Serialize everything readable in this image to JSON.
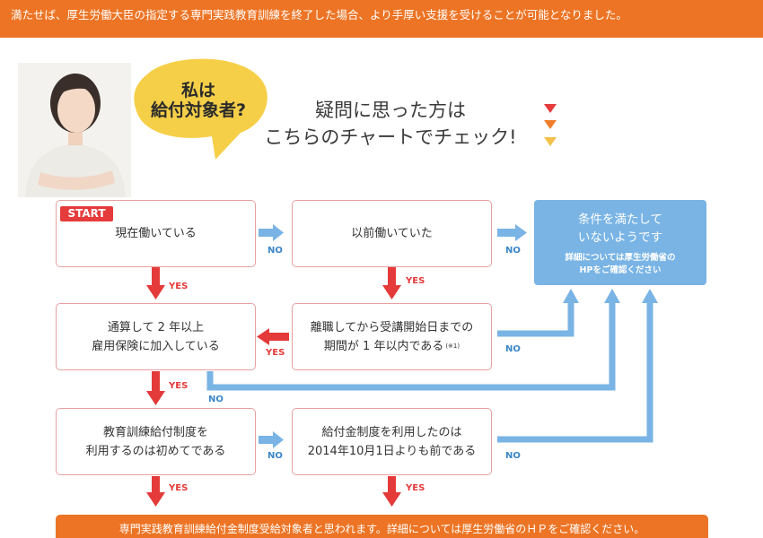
{
  "top_banner": "満たせば、厚生労働大臣の指定する専門実践教育訓練を終了した場合、より手厚い支援を受けることが可能となりました。",
  "bubble": {
    "line1": "私は",
    "line2": "給付対象者?"
  },
  "heading": {
    "line1": "疑問に思った方は",
    "line2": "こちらのチャートでチェック!"
  },
  "start_label": "START",
  "boxes": {
    "b1": "現在働いている",
    "b2": "以前働いていた",
    "b3_line1": "通算して 2 年以上",
    "b3_line2": "雇用保険に加入している",
    "b4_line1": "離職してから受講開始日までの",
    "b4_line2": "期間が 1 年以内である",
    "b4_note": "(※1)",
    "b5_line1": "教育訓練給付制度を",
    "b5_line2": "利用するのは初めてである",
    "b6_line1": "給付金制度を利用したのは",
    "b6_line2": "2014年10月1日よりも前である"
  },
  "end_box": {
    "line1": "条件を満たして",
    "line2": "いないようです",
    "line3": "詳細については厚生労働省の",
    "line4": "HPをご確認ください"
  },
  "labels": {
    "yes": "YES",
    "no": "NO"
  },
  "bottom_banner": "専門実践教育訓練給付金制度受給対象者と思われます。詳細については厚生労働省のＨＰをご確認ください。",
  "colors": {
    "orange": "#ec7424",
    "red_arrow": "#e43a3a",
    "blue_arrow": "#79b4e5",
    "box_border": "#e8a0a0",
    "tri1": "#e53b3b",
    "tri2": "#ef7e2a",
    "tri3": "#f3c14a"
  }
}
